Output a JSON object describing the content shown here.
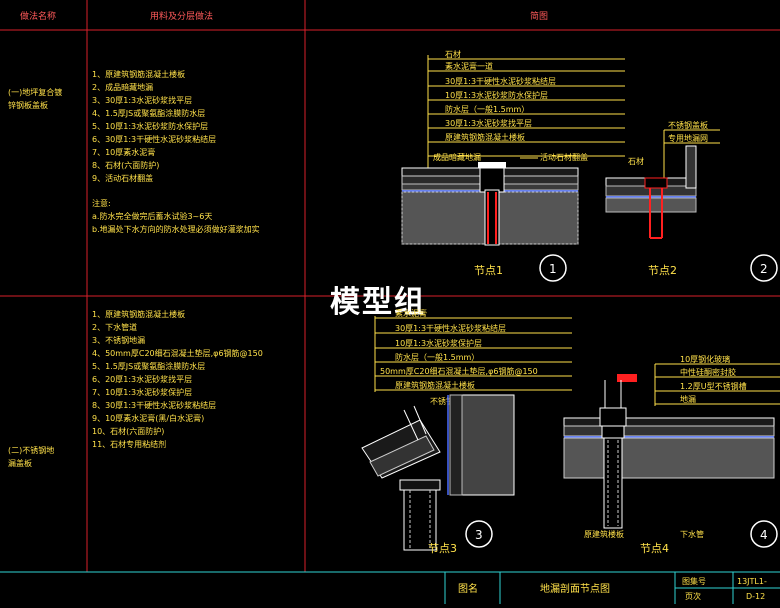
{
  "header": {
    "col1": "做法名称",
    "col2": "用料及分层做法",
    "col3": "简图"
  },
  "watermark": "模型组",
  "section1": {
    "name_line1": "(一)地坪复合镀",
    "name_line2": "锌钢板盖板",
    "layers": [
      "1、原建筑钢筋混凝土楼板",
      "2、成品暗藏地漏",
      "3、30厚1:3水泥砂浆找平层",
      "4、1.5厚JS或聚氨酯涂膜防水层",
      "5、10厚1:3水泥砂浆防水保护层",
      "6、30厚1:3干硬性水泥砂浆粘结层",
      "7、10厚素水泥膏",
      "8、石材(六面防护)",
      "9、活动石材翻盖"
    ],
    "note_title": "注意:",
    "notes": [
      "a.防水完全做完后蓄水试验3~6天",
      "b.地漏处下水方向的防水处理必须做好灌浆加实"
    ]
  },
  "section2": {
    "name_line1": "(二)不锈钢地",
    "name_line2": "漏盖板",
    "layers": [
      "1、原建筑钢筋混凝土楼板",
      "2、下水管道",
      "3、不锈钢地漏",
      "4、50mm厚C20细石混凝土垫层,φ6钢筋@150",
      "5、1.5厚JS或聚氨酯涂膜防水层",
      "6、20厚1:3水泥砂浆找平层",
      "7、10厚1:3水泥砂浆保护层",
      "8、30厚1:3干硬性水泥砂浆粘结层",
      "9、10厚素水泥膏(黑/白水泥膏)",
      "10、石材(六面防护)",
      "11、石材专用粘结剂"
    ]
  },
  "node1": {
    "labels": [
      "石材",
      "素水泥膏一道",
      "30厚1:3干硬性水泥砂浆粘结层",
      "10厚1:3水泥砂浆防水保护层",
      "防水层（一般1.5mm）",
      "30厚1:3水泥砂浆找平层",
      "原建筑钢筋混凝土楼板",
      "成品暗藏地漏"
    ],
    "side_label": "活动石材翻盖",
    "caption": "节点1",
    "number": "1"
  },
  "node2": {
    "labels": [
      "不锈钢盖板",
      "专用地漏网"
    ],
    "left_label": "石材",
    "caption": "节点2",
    "number": "2"
  },
  "node3": {
    "labels": [
      "素水泥膏",
      "30厚1:3干硬性水泥砂浆粘结层",
      "10厚1:3水泥砂浆保护层",
      "防水层（一般1.5mm）",
      "50mm厚C20细石混凝土垫层,φ6钢筋@150",
      "原建筑钢筋混凝土楼板"
    ],
    "bottom_label": "不锈钢地漏",
    "caption": "节点3",
    "number": "3"
  },
  "node4": {
    "labels": [
      "10厚钢化玻璃",
      "中性硅酮密封胶",
      "1.2厚U型不锈钢槽",
      "地漏"
    ],
    "bottom_left": "原建筑楼板",
    "bottom_right": "下水管",
    "caption": "节点4",
    "number": "4"
  },
  "titleblock": {
    "name_label": "图名",
    "name_value": "地漏剖面节点图",
    "set_label": "图集号",
    "set_value": "13JTL1-",
    "page_label": "页次",
    "page_value": "D-12"
  }
}
